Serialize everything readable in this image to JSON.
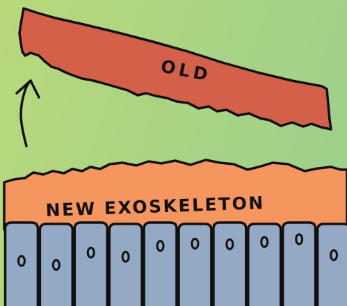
{
  "diagram": {
    "labels": {
      "old_exoskeleton": "OLD",
      "new_exoskeleton": "NEW EXOSKELETON"
    },
    "cell_count": 10,
    "colors": {
      "background_left": "#b8d97a",
      "background_right": "#9fd08a",
      "old_exoskeleton": "#d4604a",
      "new_exoskeleton": "#f5965e",
      "cells": "#93a9c4",
      "nucleus": "#93a9c4",
      "outline": "#111111"
    }
  }
}
